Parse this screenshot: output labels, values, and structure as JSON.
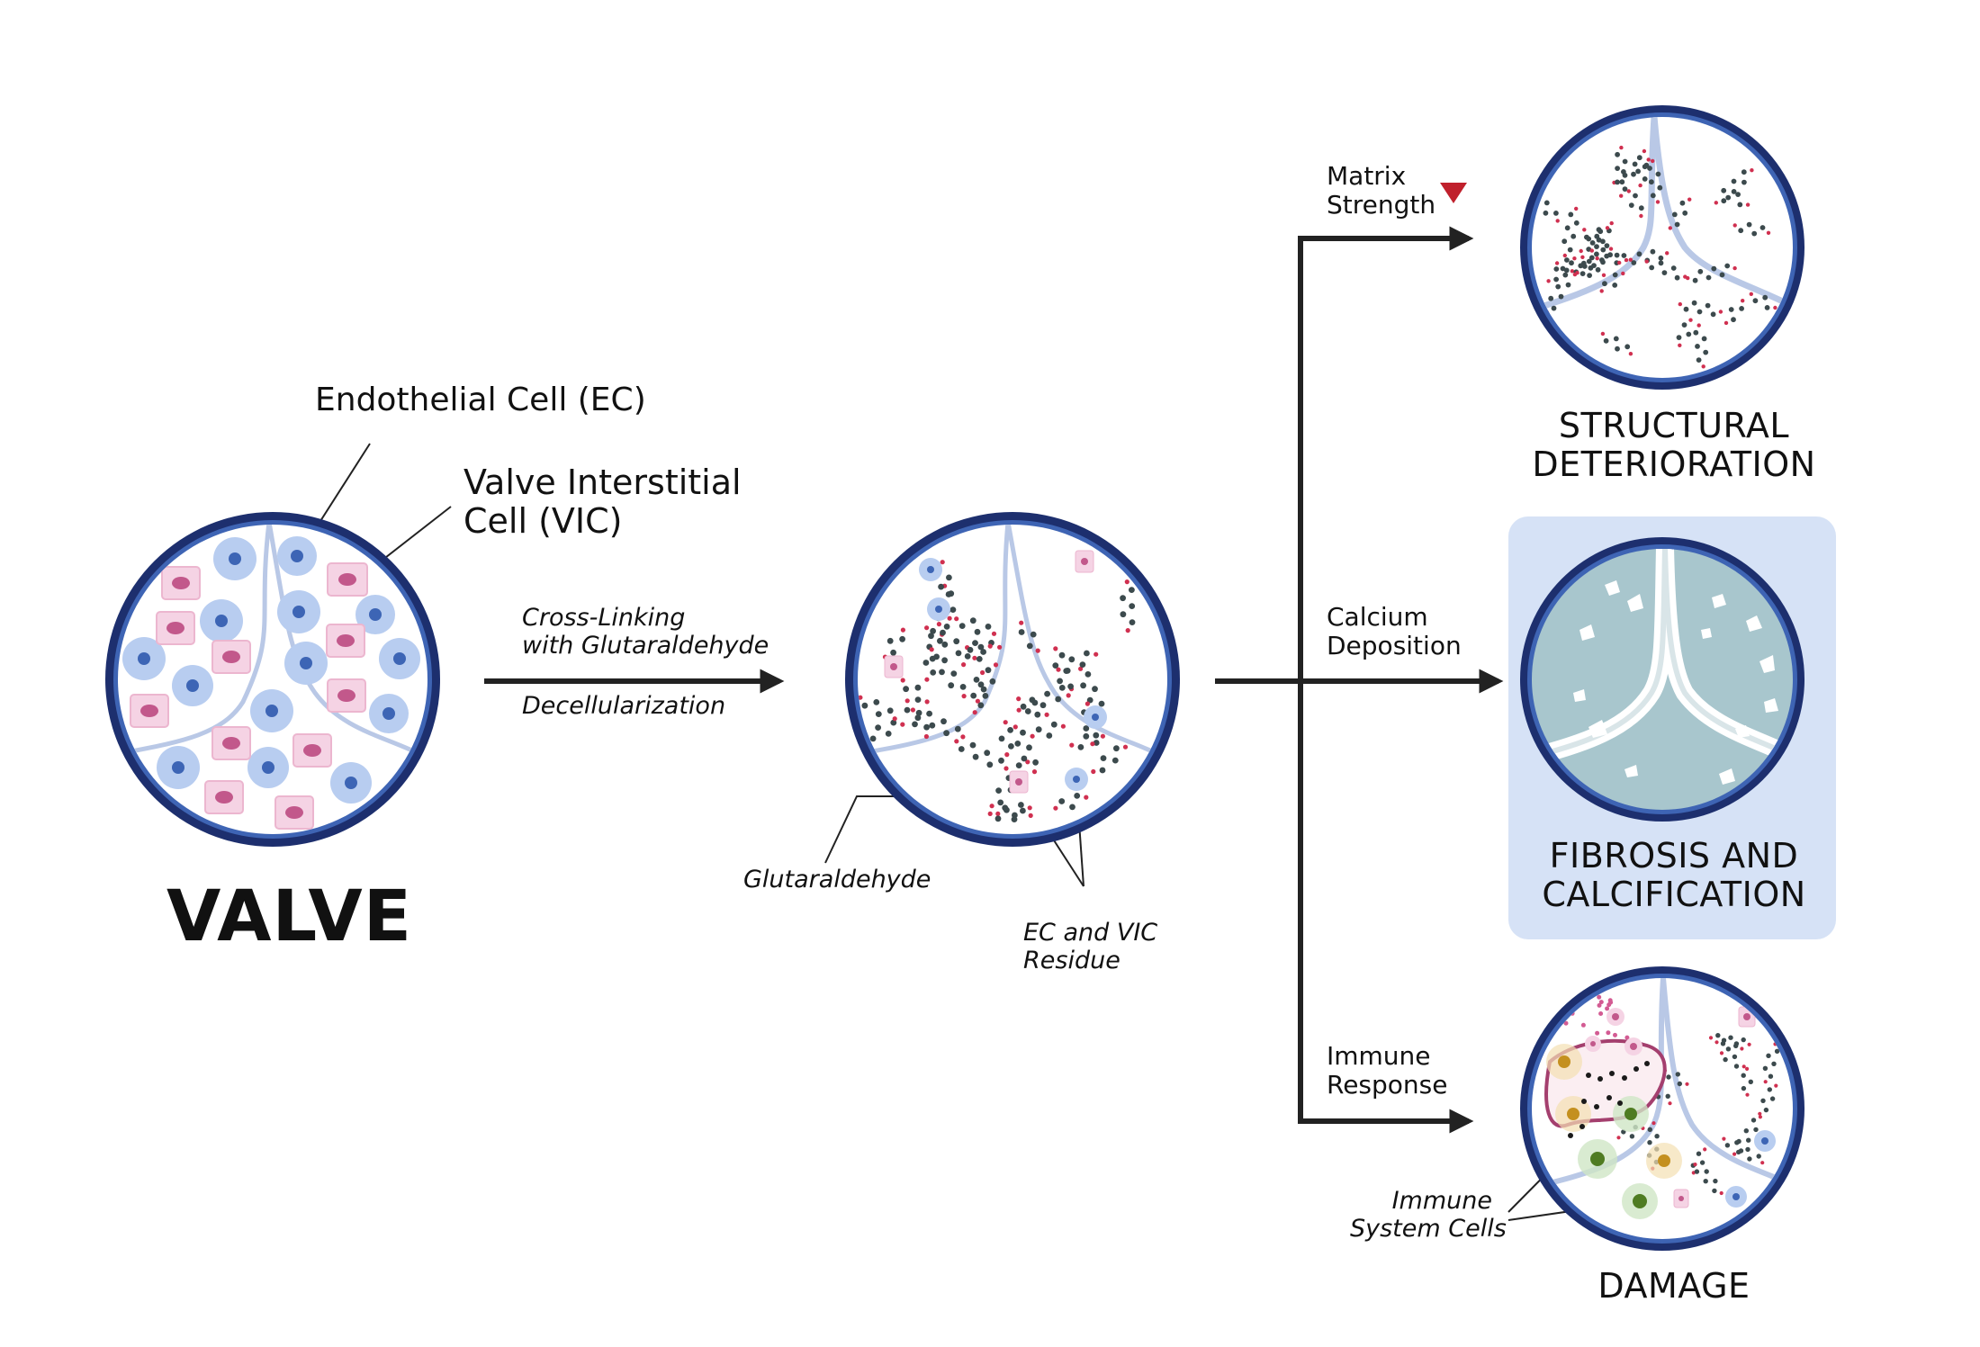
{
  "labels": {
    "endothelial_cell": "Endothelial Cell (EC)",
    "vic_line1": "Valve Interstitial",
    "vic_line2": "Cell (VIC)",
    "valve": "VALVE",
    "crosslinking_line1": "Cross-Linking",
    "crosslinking_line2": "with Glutaraldehyde",
    "decellularization": "Decellularization",
    "glutaraldehyde": "Glutaraldehyde",
    "residue_line1": "EC and VIC",
    "residue_line2": "Residue",
    "immune_cells_line1": "Immune",
    "immune_cells_line2": "System Cells"
  },
  "pathways": {
    "matrix_strength": [
      "Matrix",
      "Strength"
    ],
    "calcium_deposition": [
      "Calcium",
      "Deposition"
    ],
    "immune_response": [
      "Immune",
      "Response"
    ]
  },
  "outcomes": {
    "structural_deterioration": [
      "STRUCTURAL",
      "DETERIORATION"
    ],
    "fibrosis_calcification": [
      "FIBROSIS AND",
      "CALCIFICATION"
    ],
    "damage": [
      "DAMAGE"
    ]
  },
  "colors": {
    "ring_outer": "#1d2f6e",
    "ring_inner": "#3e64b4",
    "ec_cell": "#b8cdf0",
    "ec_nucleus": "#3d65b5",
    "vic_cell": "#f5d3e4",
    "vic_nucleus": "#c2588b",
    "arrow": "#222222",
    "decrease_marker": "#c0202c",
    "highlight_box": "#d6e2f6",
    "calcified_tissue": "#a8c6cd",
    "glutaraldehyde_chain": "#3c4a4d"
  },
  "icons": {
    "decrease_marker": "red-down-triangle-icon"
  }
}
